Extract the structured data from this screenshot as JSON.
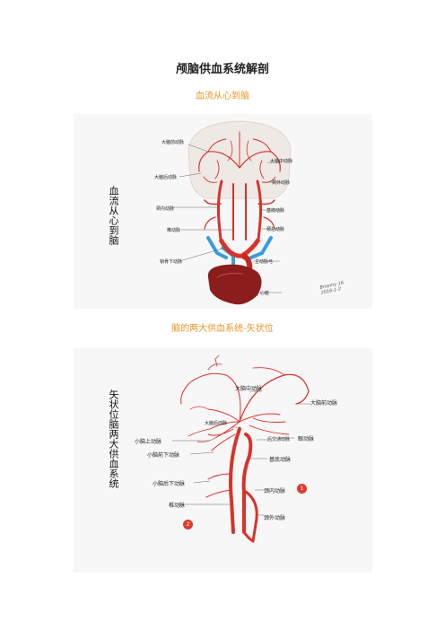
{
  "document": {
    "title": "颅脑供血系统解剖",
    "section1": {
      "subtitle": "血流从心到脑",
      "side_caption": "血流从心到脑"
    },
    "section2": {
      "subtitle": "脑的两大供血系统-矢状位",
      "side_caption": "矢状位脑两大供血系统"
    }
  },
  "figure1": {
    "labels": {
      "aca": "大脑前动脉",
      "mca": "大脑中动脉",
      "pca": "大脑后动脉",
      "eca": "颈外动脉",
      "ica": "颈内动脉",
      "basilar": "基底动脉",
      "cca": "颈总动脉",
      "vertebral": "椎动脉",
      "subclavian": "锁骨下动脉",
      "arch": "主动脉弓",
      "heart": "心脏"
    },
    "signature": "Bnanny 16\n2016-1-2"
  },
  "figure2": {
    "labels": {
      "mca": "大脑中动脉",
      "aca": "大脑前动脉",
      "pca": "大脑后动脉",
      "pcom": "后交通动脉",
      "ophthalmic": "眼动脉",
      "sca": "小脑上动脉",
      "aica": "小脑前下动脉",
      "basilar": "基底动脉",
      "pica": "小脑后下动脉",
      "ica": "颈内动脉",
      "vertebral": "椎动脉",
      "eca": "颈外动脉"
    },
    "badges": [
      "1",
      "2"
    ]
  },
  "colors": {
    "artery": "#d8322b",
    "vein": "#3a9be0",
    "accent": "#e8962a",
    "badge": "#e03a2e"
  }
}
